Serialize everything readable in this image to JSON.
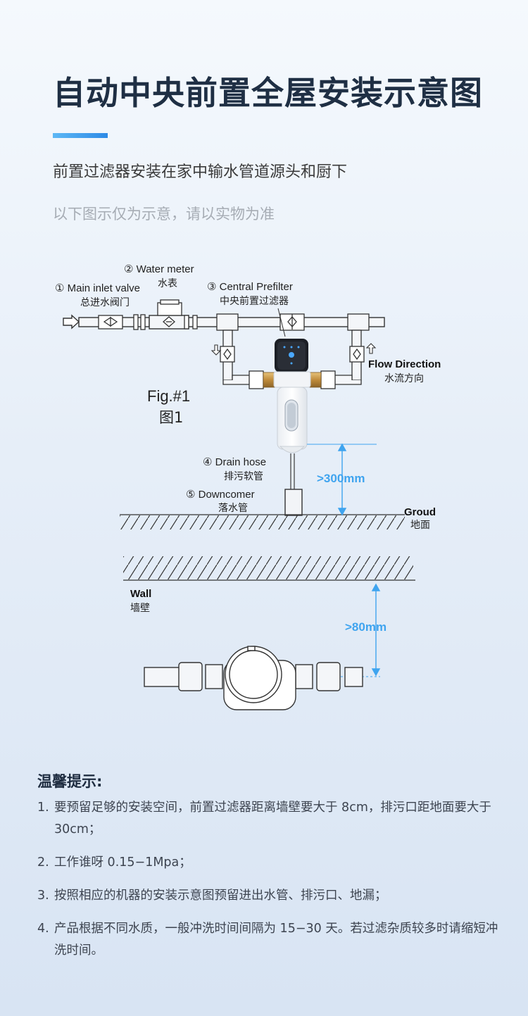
{
  "header": {
    "title": "自动中央前置全屋安装示意图",
    "subtitle": "前置过滤器安装在家中输水管道源头和厨下",
    "note": "以下图示仅为示意，请以实物为准"
  },
  "diagram": {
    "labels": {
      "main_valve_en": "① Main inlet valve",
      "main_valve_cn": "总进水阀门",
      "water_meter_en": "② Water meter",
      "water_meter_cn": "水表",
      "prefilter_en": "③ Central Prefilter",
      "prefilter_cn": "中央前置过滤器",
      "flow_en": "Flow Direction",
      "flow_cn": "水流方向",
      "fig_en": "Fig.#1",
      "fig_cn": "图1",
      "drain_en": "④ Drain hose",
      "drain_cn": "排污软管",
      "downcomer_en": "⑤ Downcomer",
      "downcomer_cn": "落水管",
      "ground_en": "Groud",
      "ground_cn": "地面",
      "wall_en": "Wall",
      "wall_cn": "墙壁",
      "dim_300": ">300mm",
      "dim_80": ">80mm"
    },
    "colors": {
      "accent": "#3fa4ef",
      "line": "#333333",
      "brass": "#c89a4a"
    }
  },
  "tips": {
    "title": "温馨提示:",
    "items": [
      {
        "num": "1.",
        "text": "要预留足够的安装空间，前置过滤器距离墙壁要大于 8cm，排污口距地面要大于 30cm；"
      },
      {
        "num": "2.",
        "text": "工作谁呀 0.15−1Mpa；"
      },
      {
        "num": "3.",
        "text": "按照相应的机器的安装示意图预留进出水管、排污口、地漏；"
      },
      {
        "num": "4.",
        "text": "产品根据不同水质，一般冲洗时间间隔为 15−30 天。若过滤杂质较多时请缩短冲洗时间。"
      }
    ]
  }
}
